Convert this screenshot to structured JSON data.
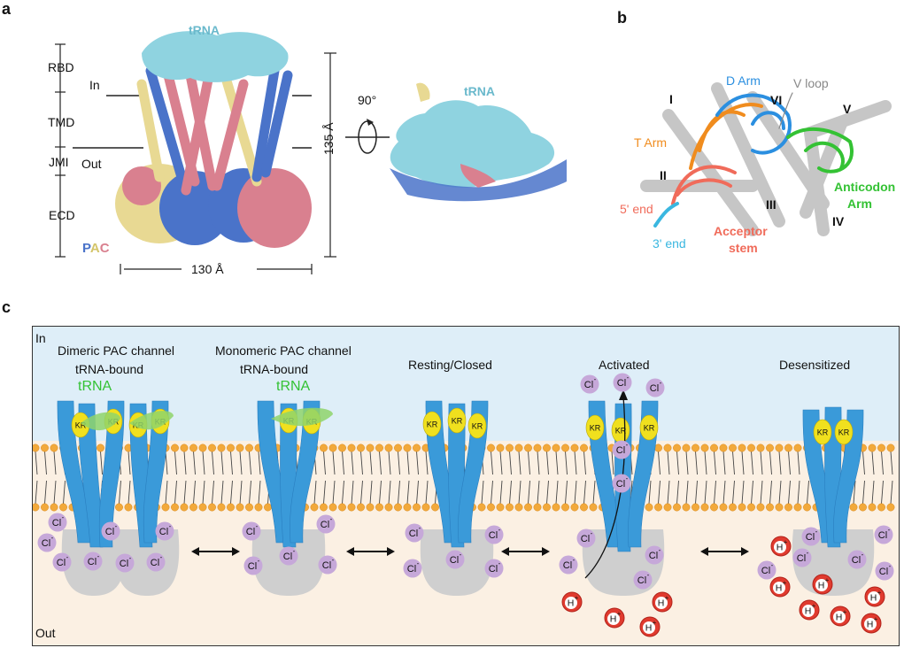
{
  "panel_a": {
    "letter": "a",
    "trna_top": "tRNA",
    "trna_side": "tRNA",
    "region_rbd": "RBD",
    "region_tmd": "TMD",
    "region_jmi": "JMI",
    "region_ecd": "ECD",
    "side_in": "In",
    "side_out": "Out",
    "rotation": "90°",
    "height": "135 Å",
    "width": "130 Å",
    "pac_p": "P",
    "pac_a": "A",
    "pac_c": "C",
    "colors": {
      "trna": "#8fd3e0",
      "p": "#4a73c9",
      "a": "#e8d993",
      "c": "#d9808f"
    }
  },
  "panel_b": {
    "letter": "b",
    "d_arm": "D Arm",
    "v_loop": "V loop",
    "t_arm": "T Arm",
    "five_end": "5' end",
    "three_end": "3' end",
    "acceptor_1": "Acceptor",
    "acceptor_2": "stem",
    "anticodon_1": "Anticodon",
    "anticodon_2": "Arm",
    "helix_i": "I",
    "helix_ii": "II",
    "helix_iii": "III",
    "helix_iv": "IV",
    "helix_v": "V",
    "helix_vi": "VI",
    "colors": {
      "d_arm": "#2b8fe0",
      "t_arm": "#f08c1e",
      "acceptor": "#f06b5a",
      "anticodon": "#34c234",
      "three_end": "#3ab7e0",
      "v_loop": "#888888"
    }
  },
  "panel_c": {
    "letter": "c",
    "in_label": "In",
    "out_label": "Out",
    "states": [
      {
        "title_1": "Dimeric PAC channel",
        "title_2": "tRNA-bound",
        "trna": "tRNA"
      },
      {
        "title_1": "Monomeric PAC channel",
        "title_2": "tRNA-bound",
        "trna": "tRNA"
      },
      {
        "title_1": "Resting/Closed"
      },
      {
        "title_1": "Activated"
      },
      {
        "title_1": "Desensitized"
      }
    ],
    "kr": "KR",
    "cl": "Cl",
    "cl_sup": "-",
    "h": "H",
    "h_sup": "+",
    "colors": {
      "in_bg": "#deeef8",
      "out_bg": "#fbf0e3",
      "helix": "#3a9ad9",
      "kr": "#f0e01e",
      "ecd": "#cfcfcf",
      "cl": "#c6a8d9",
      "h": "#e03b2f",
      "lipid_head": "#f2a93b"
    }
  }
}
